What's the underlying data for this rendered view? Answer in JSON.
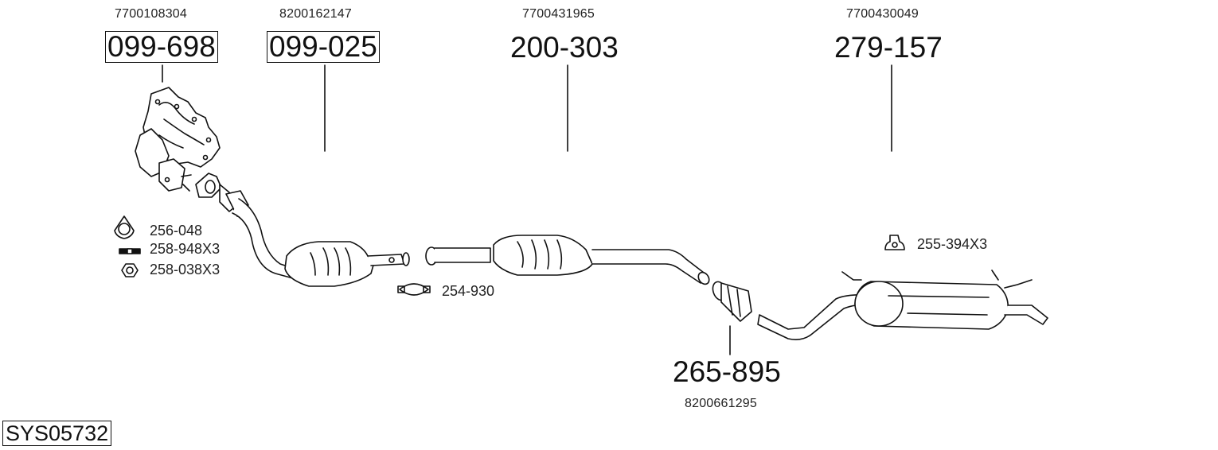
{
  "system_id": "SYS05732",
  "parts": [
    {
      "oem": "7700108304",
      "number": "099-698",
      "boxed": true,
      "description": "exhaust-manifold-with-catalyst"
    },
    {
      "oem": "8200162147",
      "number": "099-025",
      "boxed": true,
      "description": "front-pipe-with-catalytic-converter"
    },
    {
      "oem": "7700431965",
      "number": "200-303",
      "boxed": false,
      "description": "catalytic-converter-pipe"
    },
    {
      "oem": "7700430049",
      "number": "279-157",
      "boxed": false,
      "description": "rear-silencer"
    },
    {
      "oem": "8200661295",
      "number": "265-895",
      "boxed": false,
      "description": "pipe-connector-clamp"
    }
  ],
  "accessories": [
    {
      "number": "256-048",
      "icon": "gasket-icon"
    },
    {
      "number": "258-948X3",
      "icon": "stud-bolt-icon"
    },
    {
      "number": "258-038X3",
      "icon": "nut-icon"
    },
    {
      "number": "254-930",
      "icon": "clamp-icon"
    },
    {
      "number": "255-394X3",
      "icon": "rubber-mount-icon"
    }
  ],
  "colors": {
    "line": "#111111",
    "fill": "#ffffff",
    "background": "#ffffff"
  }
}
